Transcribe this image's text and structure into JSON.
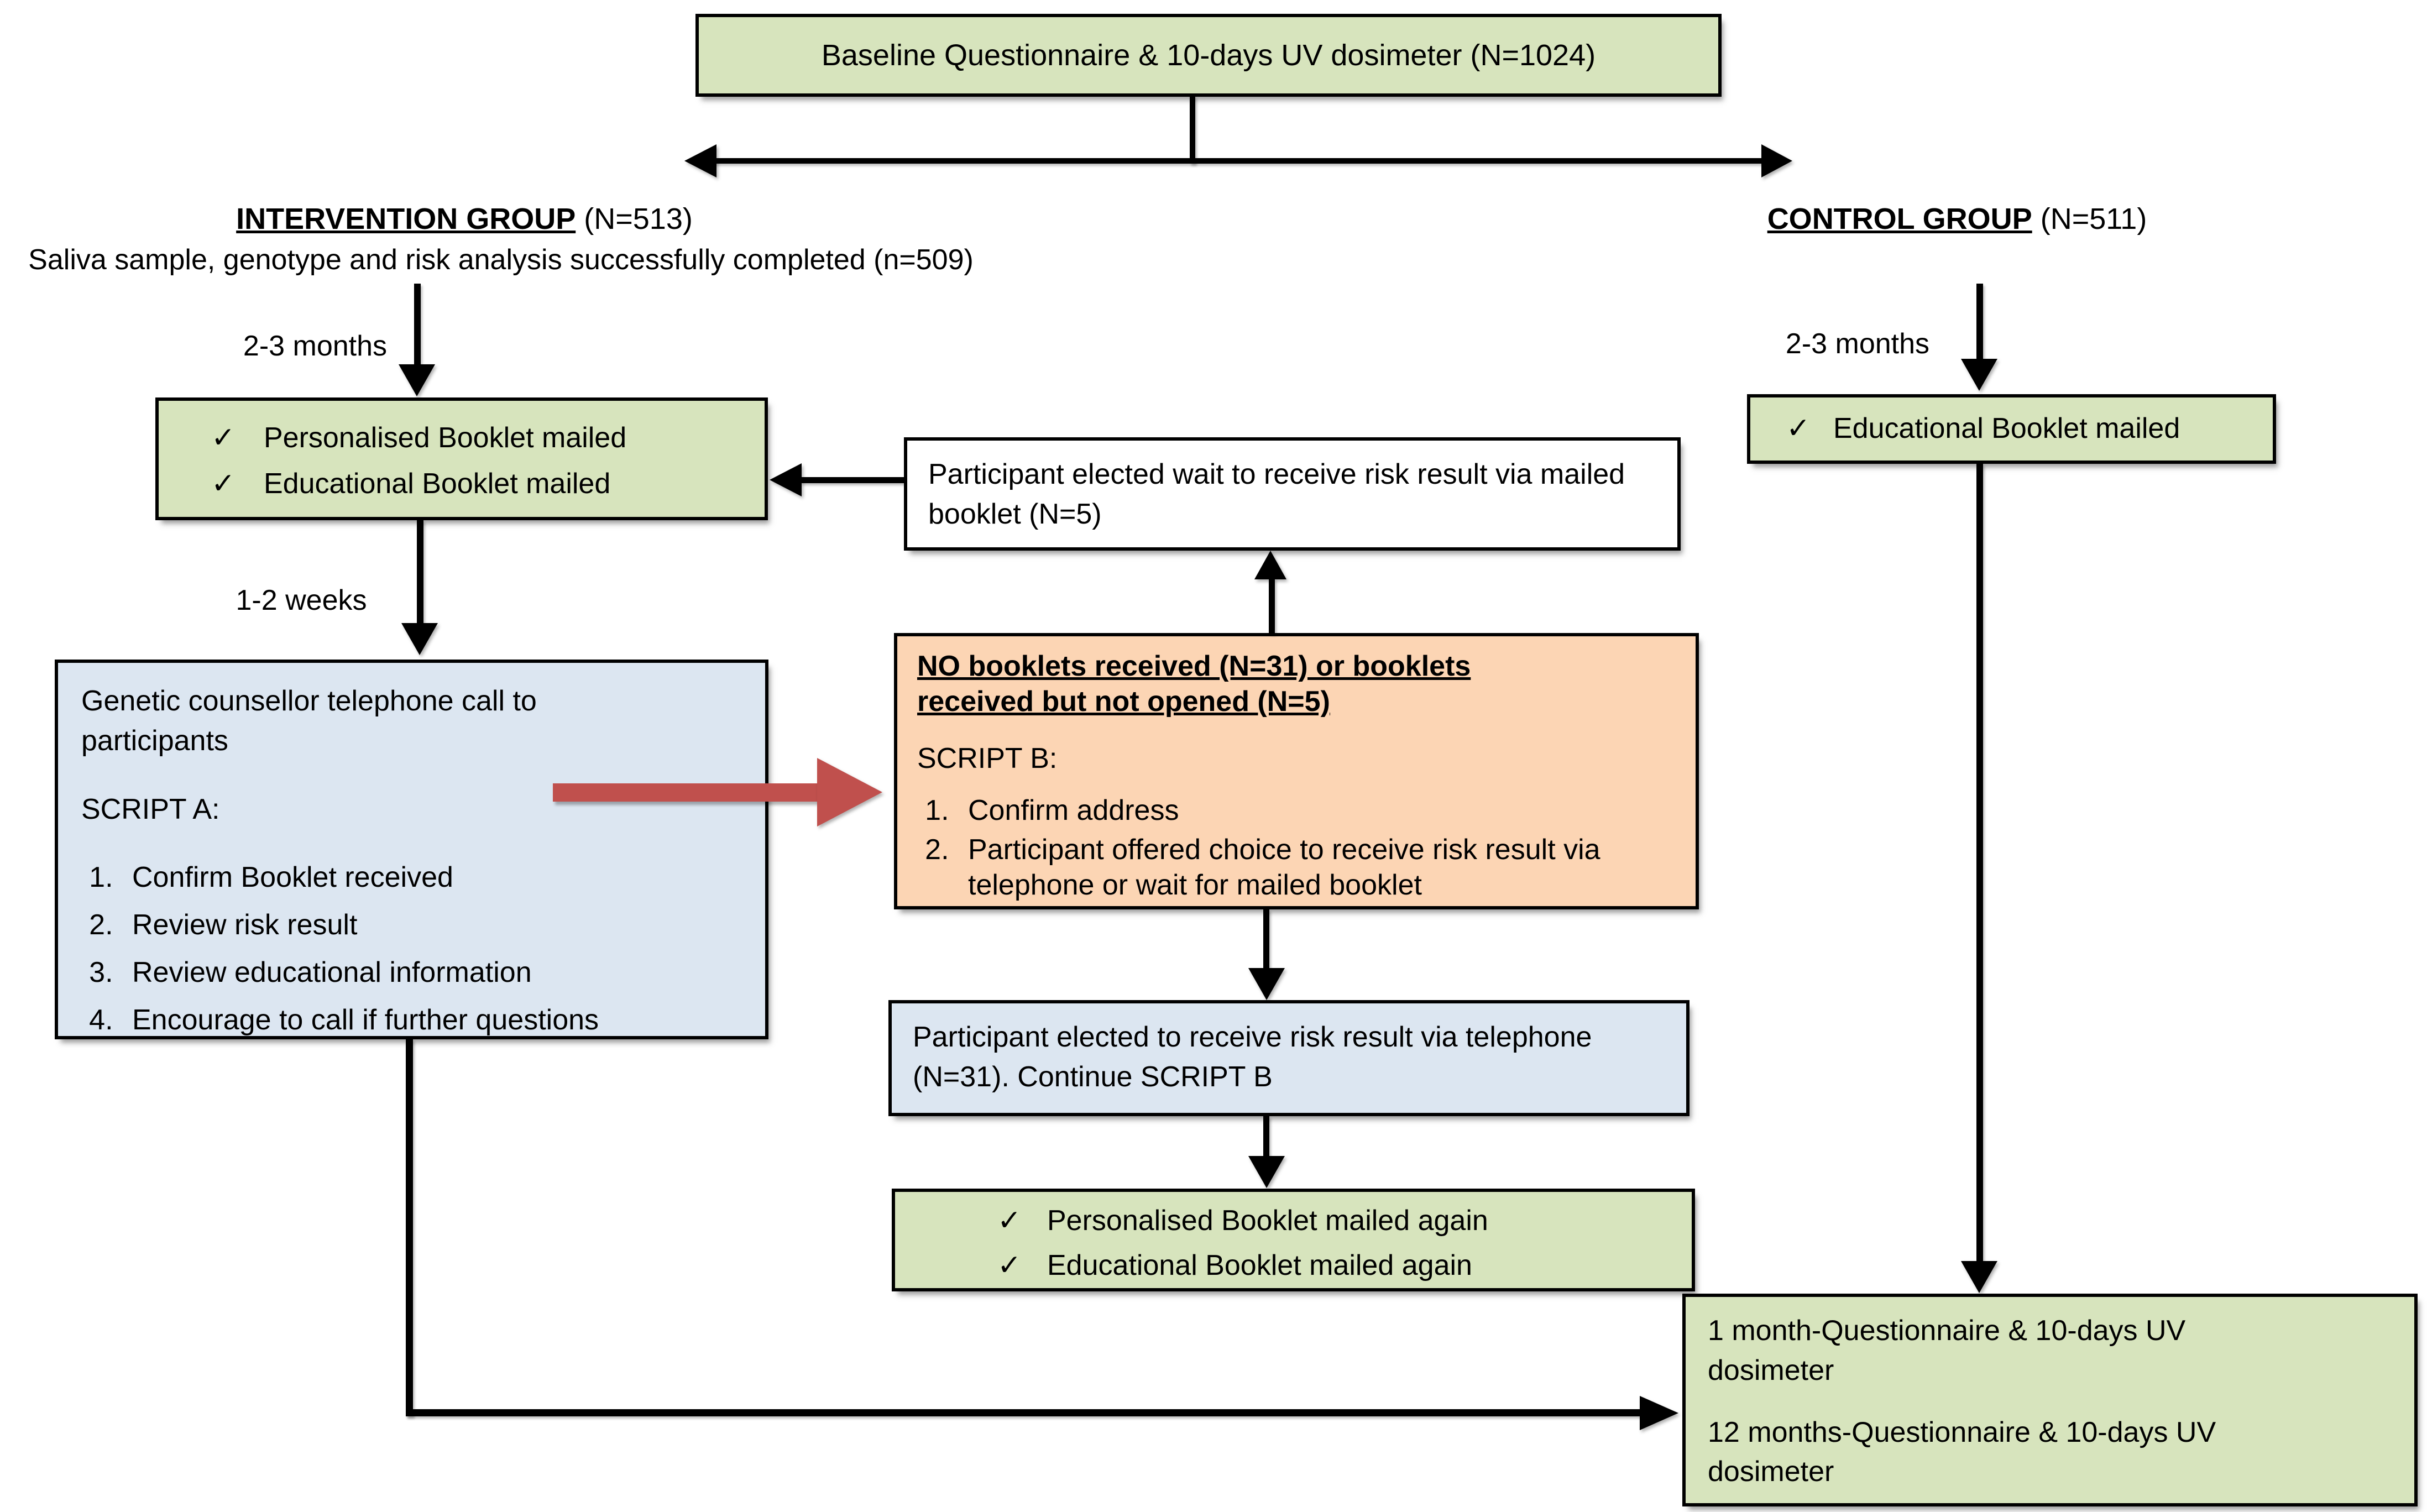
{
  "glyphs": {
    "check": "✓"
  },
  "colors": {
    "box_green": "#d7e4bd",
    "box_blue": "#dce6f1",
    "box_orange": "#fcd5b4",
    "red_arrow": "#c0504d",
    "border": "#000000"
  },
  "baseline_box": {
    "text": "Baseline Questionnaire & 10-days UV dosimeter (N=1024)"
  },
  "intervention": {
    "heading": "INTERVENTION GROUP",
    "heading_n": "(N=513)",
    "subheading": "Saliva sample, genotype and risk analysis successfully completed (n=509)",
    "delay_booklets": "2-3 months",
    "booklets_box": {
      "items": [
        "Personalised Booklet mailed",
        "Educational Booklet mailed"
      ]
    },
    "delay_call": "1-2 weeks",
    "script_a_box": {
      "intro": "Genetic counsellor telephone call to participants",
      "label": "SCRIPT A:",
      "steps": [
        "Confirm Booklet received",
        "Review risk result",
        "Review educational information",
        "Encourage to call if further questions"
      ]
    }
  },
  "middle": {
    "wait_box": {
      "text": "Participant elected wait to receive risk result via mailed booklet (N=5)"
    },
    "script_b_box": {
      "heading": "NO booklets received (N=31) or booklets received but not opened (N=5)",
      "label": "SCRIPT B:",
      "steps": [
        "Confirm address",
        "Participant offered choice to receive risk result via telephone or wait for mailed booklet"
      ]
    },
    "telephone_box": {
      "text": "Participant elected to receive risk result via telephone (N=31). Continue SCRIPT B"
    },
    "mailed_again_box": {
      "items": [
        "Personalised Booklet mailed again",
        "Educational Booklet mailed again"
      ]
    }
  },
  "control": {
    "heading": "CONTROL GROUP",
    "heading_n": "(N=511)",
    "delay_booklet": "2-3 months",
    "booklet_box": {
      "item": "Educational Booklet mailed"
    },
    "followup_box": {
      "lines": [
        "1 month-Questionnaire & 10-days UV dosimeter",
        "12 months-Questionnaire & 10-days UV dosimeter"
      ]
    }
  }
}
